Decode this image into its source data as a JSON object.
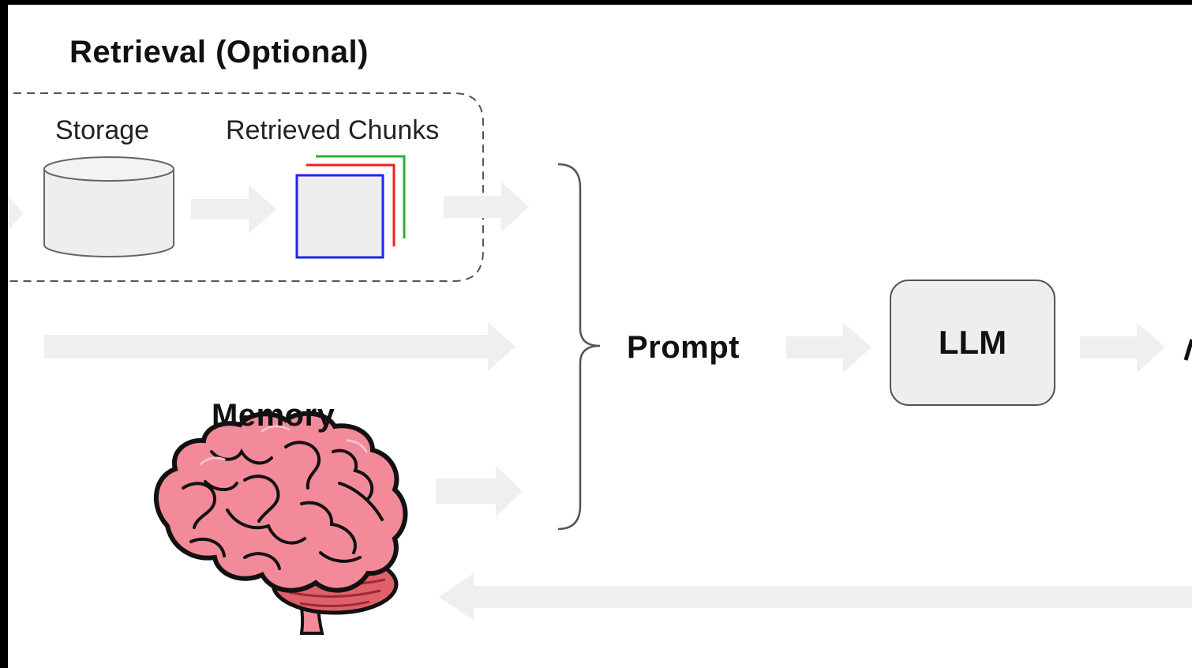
{
  "labels": {
    "retrieval_group": "Retrieval (Optional)",
    "storage": "Storage",
    "retrieved_chunks": "Retrieved Chunks",
    "prompt": "Prompt",
    "llm": "LLM",
    "memory": "Memory"
  },
  "colors": {
    "arrow": "#efefef",
    "box_fill": "#eeeeee",
    "chunk_blue": "#2222ee",
    "chunk_red": "#ee2222",
    "chunk_green": "#33aa33",
    "brain_pink": "#f28a9a",
    "brain_cerebellum": "#e0606a"
  }
}
